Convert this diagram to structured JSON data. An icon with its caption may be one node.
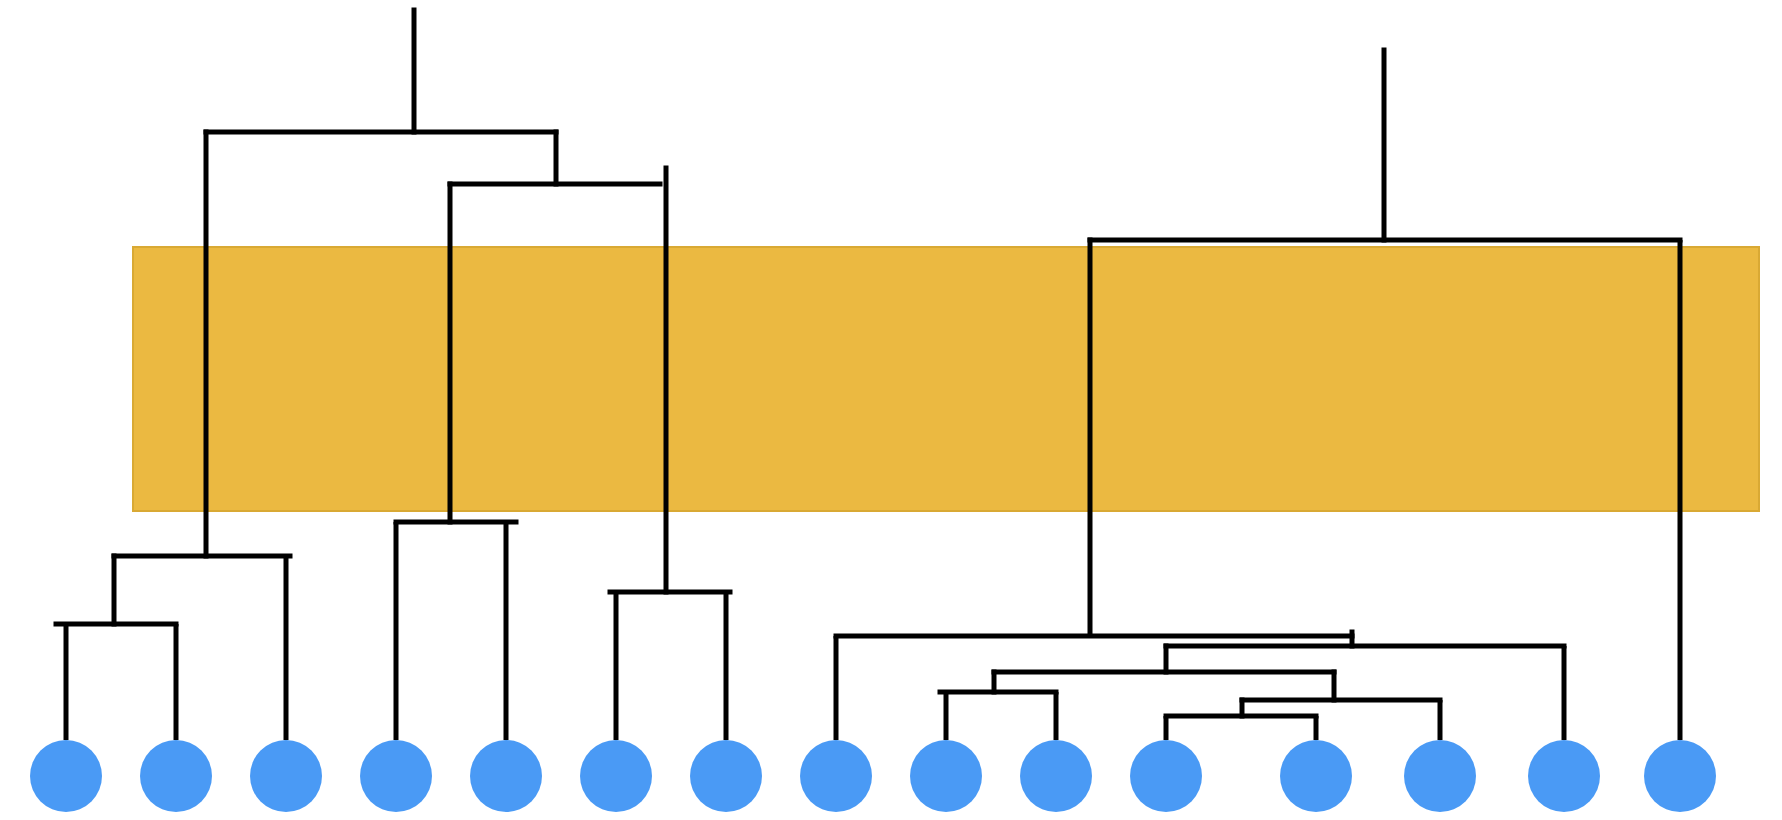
{
  "diagram": {
    "nodes": [
      {
        "text": [],
        "shape": "circle"
      },
      {
        "text": [],
        "shape": "circle"
      },
      {
        "text": [],
        "shape": "circle"
      },
      {
        "text": [],
        "shape": "circle"
      },
      {
        "text": [],
        "shape": "circle"
      },
      {
        "text": [],
        "shape": "circle"
      },
      {
        "text": [],
        "shape": "circle"
      },
      {
        "text": [],
        "shape": "circle"
      },
      {
        "text": [],
        "shape": "circle"
      },
      {
        "text": [],
        "shape": "circle"
      },
      {
        "text": [],
        "shape": "circle"
      },
      {
        "text": [],
        "shape": "circle"
      },
      {
        "text": [],
        "shape": "circle"
      },
      {
        "text": [],
        "shape": "circle"
      },
      {
        "text": [],
        "shape": "circle"
      }
    ],
    "edges": [
      {
        "from": null,
        "to": 0,
        "arrow": "none"
      },
      {
        "from": null,
        "to": 1,
        "arrow": "none"
      },
      {
        "from": null,
        "to": 2,
        "arrow": "none"
      },
      {
        "from": null,
        "to": 3,
        "arrow": "none"
      },
      {
        "from": null,
        "to": 4,
        "arrow": "none"
      },
      {
        "from": null,
        "to": 5,
        "arrow": "none"
      },
      {
        "from": null,
        "to": 6,
        "arrow": "none"
      },
      {
        "from": null,
        "to": 7,
        "arrow": "none"
      },
      {
        "from": null,
        "to": 8,
        "arrow": "none"
      },
      {
        "from": null,
        "to": 9,
        "arrow": "none"
      },
      {
        "from": null,
        "to": 10,
        "arrow": "none"
      },
      {
        "from": null,
        "to": 11,
        "arrow": "none"
      },
      {
        "from": null,
        "to": 12,
        "arrow": "none"
      },
      {
        "from": null,
        "to": 13,
        "arrow": "none"
      },
      {
        "from": null,
        "to": 14,
        "arrow": "none"
      }
    ]
  }
}
